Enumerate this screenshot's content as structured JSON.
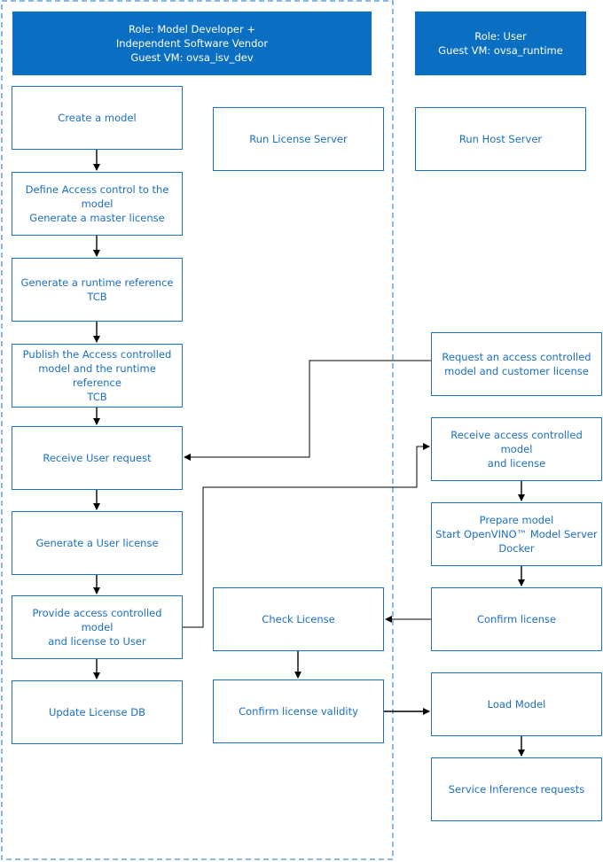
{
  "roles": {
    "developer": "Role: Model Developer +\nIndependent Software Vendor\nGuest VM: ovsa_isv_dev",
    "user": "Role: User\nGuest VM: ovsa_runtime"
  },
  "developer_steps": {
    "create_model": "Create a model",
    "define_access": "Define Access control to  the\nmodel\nGenerate a master license",
    "generate_tcb": "Generate a runtime reference\nTCB",
    "publish": "Publish the Access controlled\nmodel and the runtime reference\nTCB",
    "receive_request": "Receive User request",
    "generate_user_license": "Generate a User license",
    "provide_model": "Provide access controlled model\nand license to User",
    "update_db": "Update License DB"
  },
  "license_server": {
    "run": "Run License Server",
    "check": "Check License",
    "confirm_validity": "Confirm license validity"
  },
  "user_steps": {
    "run_host": "Run Host Server",
    "request_model": "Request an access controlled\nmodel and customer license",
    "receive_model": "Receive access controlled model\nand license",
    "prepare_model": "Prepare model\nStart OpenVINO™ Model Server\nDocker",
    "confirm_license": "Confirm license",
    "load_model": "Load Model",
    "service_inference": "Service Inference requests"
  },
  "colors": {
    "role_fill": "#0a6fc2",
    "box_border": "#1a73c8",
    "text": "#1a6fc4",
    "dashed_border": "#1a73c8",
    "arrow": "#000000"
  }
}
